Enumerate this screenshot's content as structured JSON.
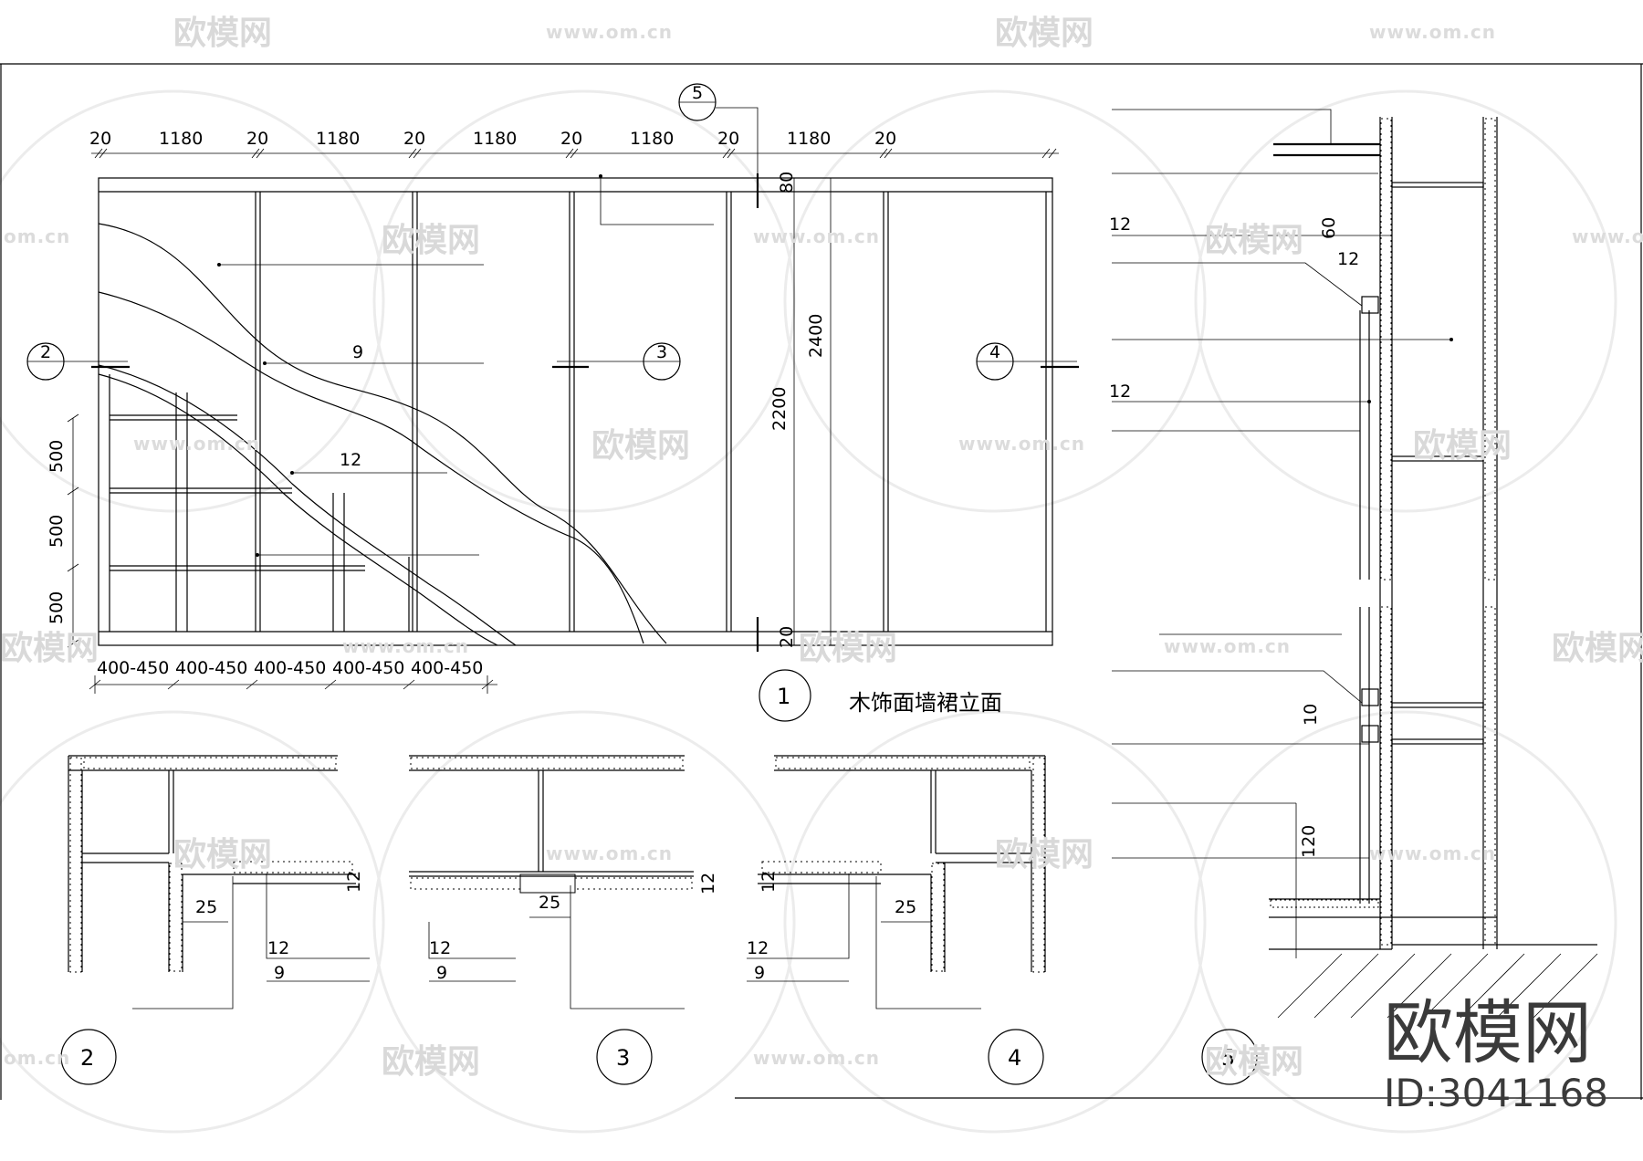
{
  "drawing": {
    "elevation_title": "木饰面墙裙立面",
    "top_dims": [
      "20",
      "1180",
      "20",
      "1180",
      "20",
      "1180",
      "20",
      "1180",
      "20",
      "1180",
      "20"
    ],
    "bottom_dims": [
      "400-450",
      "400-450",
      "400-450",
      "400-450",
      "400-450"
    ],
    "left_dims": [
      "500",
      "500",
      "500"
    ],
    "right_dims": {
      "top": "80",
      "h2200": "2200",
      "h2400": "2400",
      "bottom": "20"
    },
    "section_markers": [
      "2",
      "3",
      "4",
      "5"
    ],
    "elevation_labels": {
      "l9": "9",
      "l12": "12"
    },
    "detail_circles": [
      "1",
      "2",
      "3",
      "4",
      "5"
    ],
    "detail_dims": {
      "d25": "25",
      "d12": "12",
      "d9": "9"
    },
    "section5_dims": {
      "a12": "12",
      "a60": "60",
      "b12": "12",
      "c12": "12",
      "d10": "10",
      "e120": "120"
    }
  },
  "watermark": {
    "logo_text": "欧模网",
    "url": "www.om.cn",
    "partial_url": "om.cn"
  },
  "brand": {
    "name": "欧模网",
    "id": "ID:3041168"
  }
}
